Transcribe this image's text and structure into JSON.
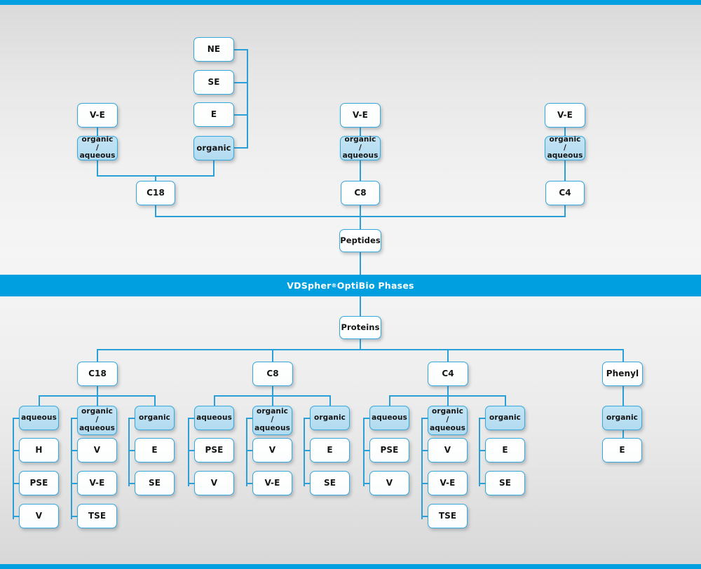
{
  "banner": {
    "text_before": "VDSpher",
    "registered_mark": "®",
    "text_after": " OptiBio Phases"
  },
  "colors": {
    "accent": "#00a0e0",
    "line": "#2a9fd8",
    "node_border": "#35a8dd",
    "node_fill_white": "#ffffff",
    "node_fill_blue": "#b9dff2",
    "background": "#eeeeee"
  },
  "peptides_section": {
    "root": "Peptides",
    "columns": [
      {
        "phase": "C18",
        "modes": [
          {
            "label": "organic /\naqueous",
            "highlight": true,
            "children": [
              "V-E"
            ]
          },
          {
            "label": "organic",
            "highlight": true,
            "children": [
              "NE",
              "SE",
              "E"
            ]
          }
        ]
      },
      {
        "phase": "C8",
        "modes": [
          {
            "label": "organic /\naqueous",
            "highlight": true,
            "children": [
              "V-E"
            ]
          }
        ]
      },
      {
        "phase": "C4",
        "modes": [
          {
            "label": "organic /\naqueous",
            "highlight": true,
            "children": [
              "V-E"
            ]
          }
        ]
      }
    ]
  },
  "proteins_section": {
    "root": "Proteins",
    "columns": [
      {
        "phase": "C18",
        "modes": [
          {
            "label": "aqueous",
            "highlight": true,
            "children": [
              "H",
              "PSE",
              "V"
            ]
          },
          {
            "label": "organic /\naqueous",
            "highlight": true,
            "children": [
              "V",
              "V-E",
              "TSE"
            ]
          },
          {
            "label": "organic",
            "highlight": true,
            "children": [
              "E",
              "SE"
            ]
          }
        ]
      },
      {
        "phase": "C8",
        "modes": [
          {
            "label": "aqueous",
            "highlight": true,
            "children": [
              "PSE",
              "V"
            ]
          },
          {
            "label": "organic /\naqueous",
            "highlight": true,
            "children": [
              "V",
              "V-E"
            ]
          },
          {
            "label": "organic",
            "highlight": true,
            "children": [
              "E",
              "SE"
            ]
          }
        ]
      },
      {
        "phase": "C4",
        "modes": [
          {
            "label": "aqueous",
            "highlight": true,
            "children": [
              "PSE",
              "V"
            ]
          },
          {
            "label": "organic /\naqueous",
            "highlight": true,
            "children": [
              "V",
              "V-E",
              "TSE"
            ]
          },
          {
            "label": "organic",
            "highlight": true,
            "children": [
              "E",
              "SE"
            ]
          }
        ]
      },
      {
        "phase": "Phenyl",
        "modes": [
          {
            "label": "organic",
            "highlight": true,
            "children": [
              "E"
            ]
          }
        ]
      }
    ]
  },
  "nodes": {
    "p_ne": "NE",
    "p_se": "SE",
    "p_e": "E",
    "p_organic": "organic",
    "p_ve_c18": "V-E",
    "p_orgaq_c18": "organic /\naqueous",
    "p_c18": "C18",
    "p_ve_c8": "V-E",
    "p_orgaq_c8": "organic /\naqueous",
    "p_c8": "C8",
    "p_ve_c4": "V-E",
    "p_orgaq_c4": "organic /\naqueous",
    "p_c4": "C4",
    "peptides": "Peptides",
    "proteins": "Proteins",
    "q_c18": "C18",
    "q_c18_aq": "aqueous",
    "q_c18_aq_1": "H",
    "q_c18_aq_2": "PSE",
    "q_c18_aq_3": "V",
    "q_c18_oa": "organic /\naqueous",
    "q_c18_oa_1": "V",
    "q_c18_oa_2": "V-E",
    "q_c18_oa_3": "TSE",
    "q_c18_or": "organic",
    "q_c18_or_1": "E",
    "q_c18_or_2": "SE",
    "q_c8": "C8",
    "q_c8_aq": "aqueous",
    "q_c8_aq_1": "PSE",
    "q_c8_aq_2": "V",
    "q_c8_oa": "organic /\naqueous",
    "q_c8_oa_1": "V",
    "q_c8_oa_2": "V-E",
    "q_c8_or": "organic",
    "q_c8_or_1": "E",
    "q_c8_or_2": "SE",
    "q_c4": "C4",
    "q_c4_aq": "aqueous",
    "q_c4_aq_1": "PSE",
    "q_c4_aq_2": "V",
    "q_c4_oa": "organic /\naqueous",
    "q_c4_oa_1": "V",
    "q_c4_oa_2": "V-E",
    "q_c4_oa_3": "TSE",
    "q_c4_or": "organic",
    "q_c4_or_1": "E",
    "q_c4_or_2": "SE",
    "q_ph": "Phenyl",
    "q_ph_or": "organic",
    "q_ph_or_1": "E"
  }
}
